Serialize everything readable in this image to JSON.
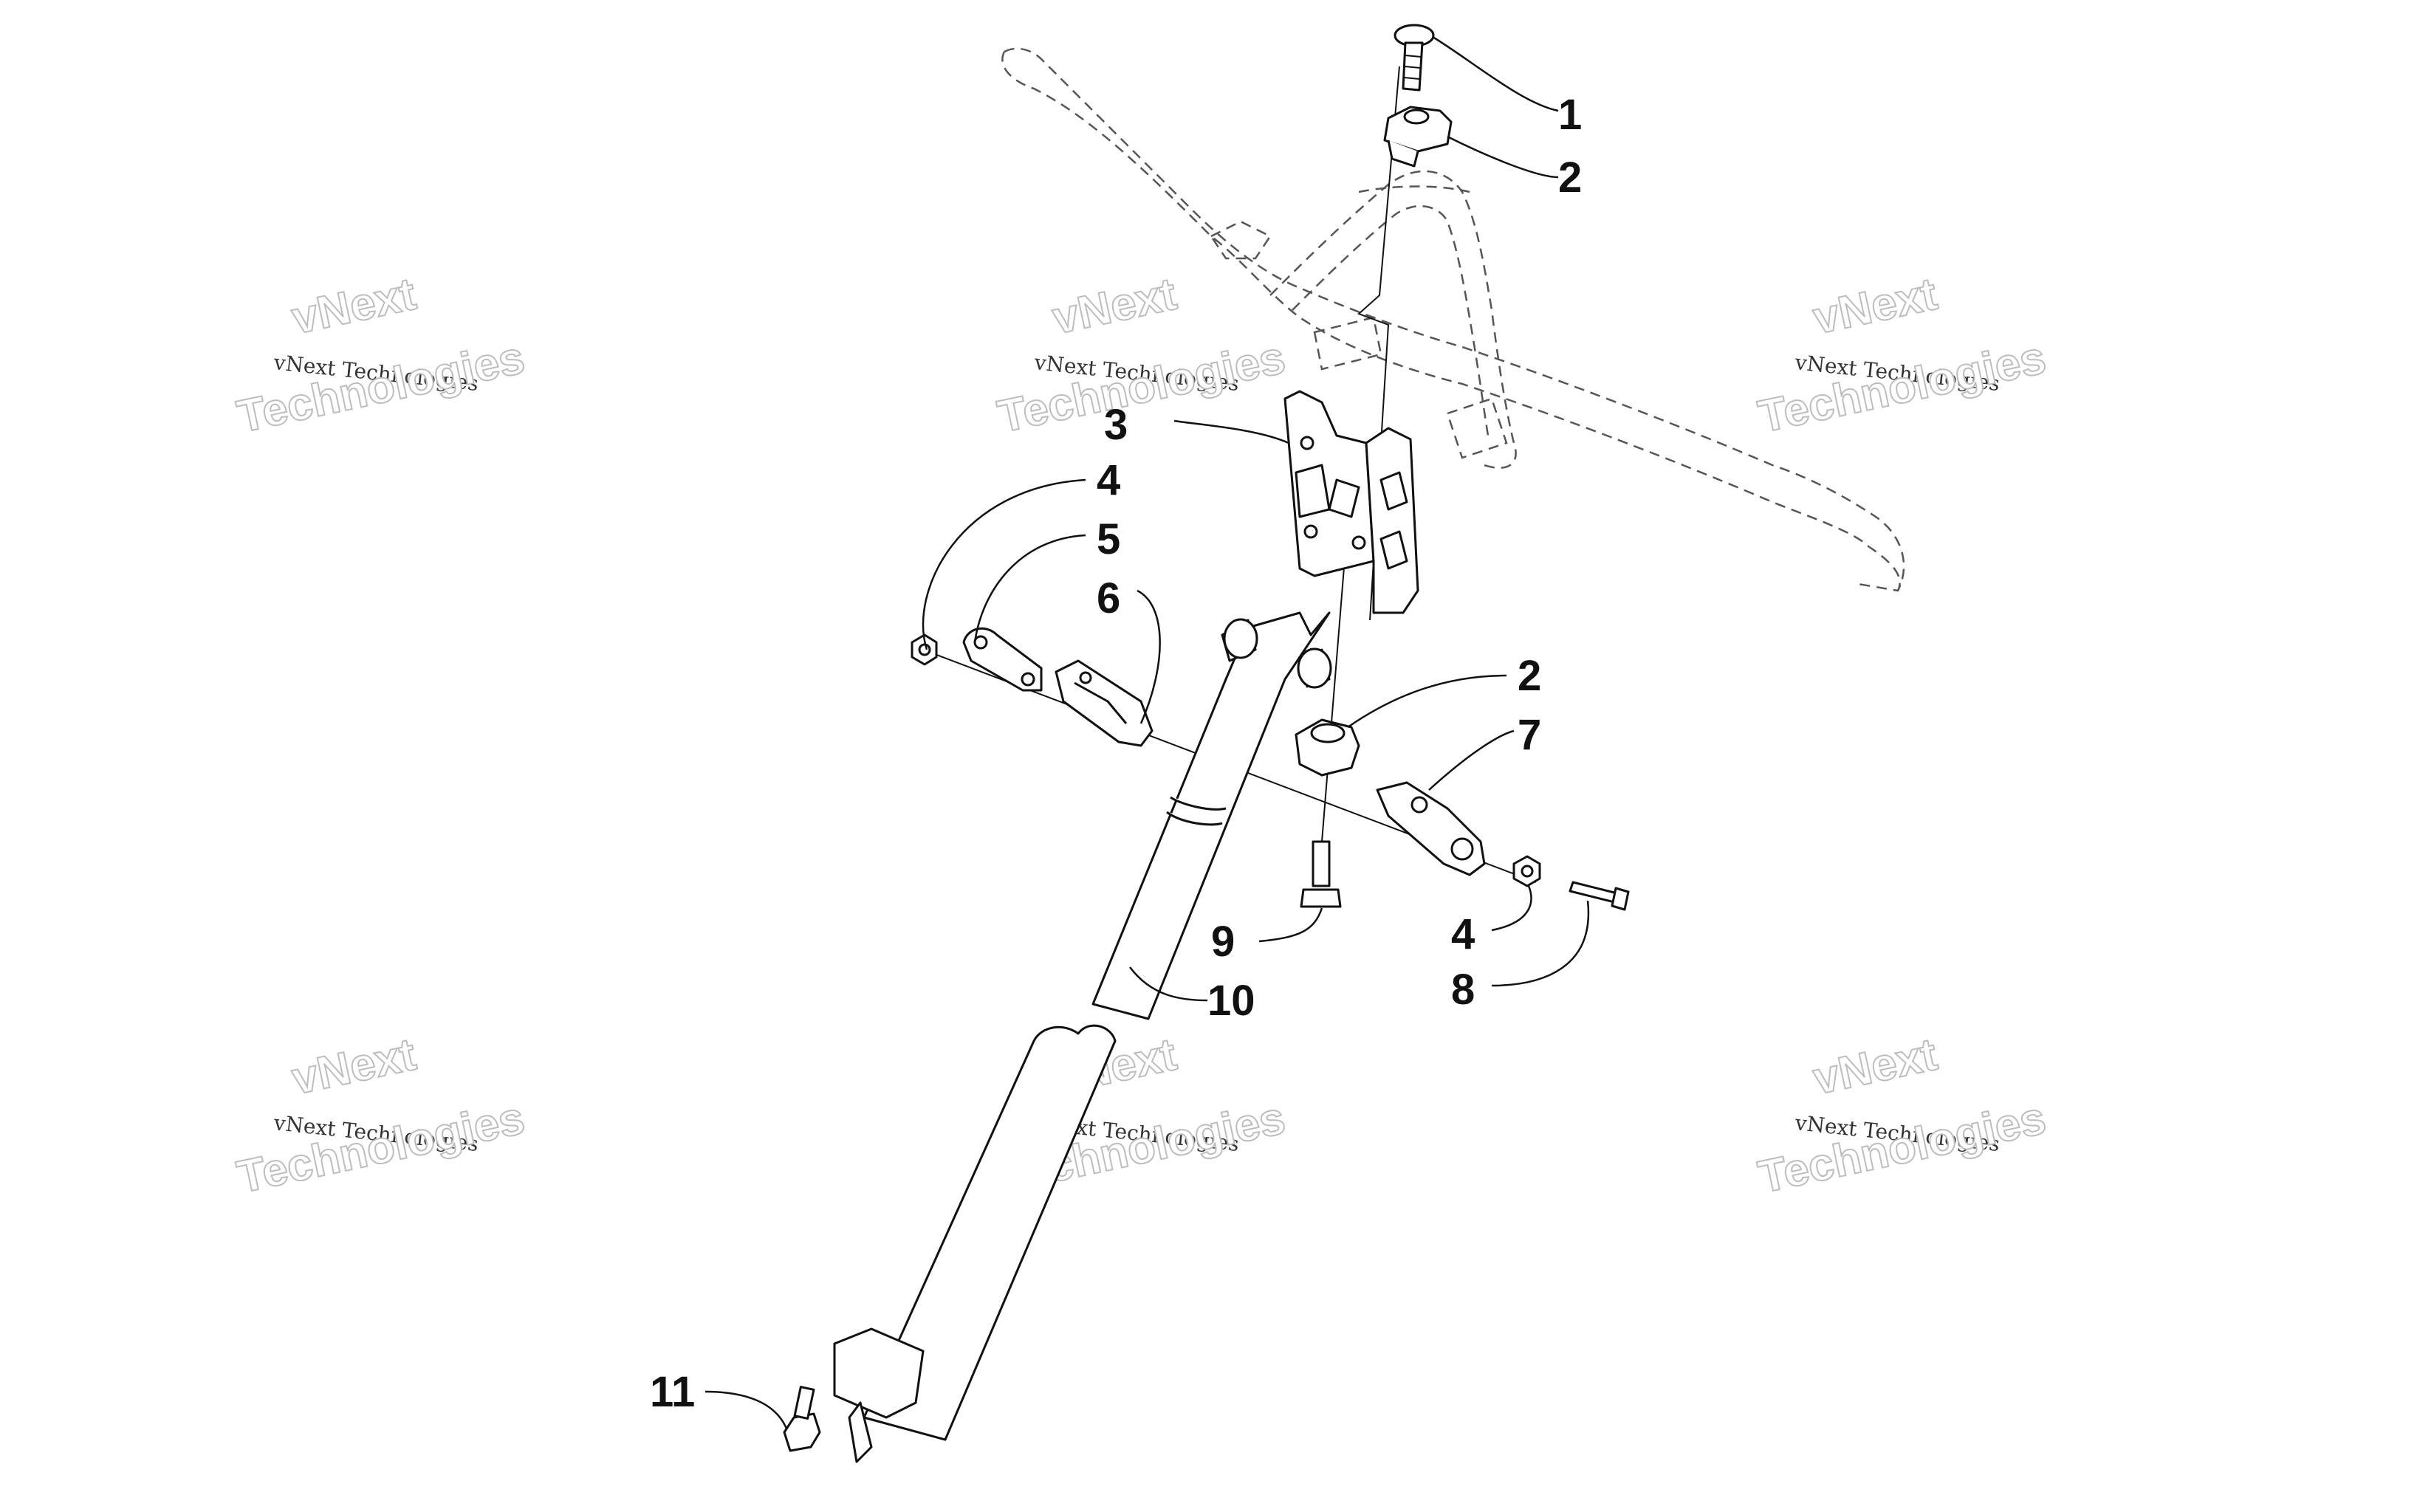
{
  "callouts": {
    "c1": "1",
    "c2a": "2",
    "c3": "3",
    "c4a": "4",
    "c5": "5",
    "c6": "6",
    "c2b": "2",
    "c7": "7",
    "c9": "9",
    "c4b": "4",
    "c10": "10",
    "c8": "8",
    "c11": "11"
  },
  "watermark": {
    "brand_line": "vNext Technologies",
    "big_line1": "vNext",
    "big_line2": "Technologies"
  },
  "colors": {
    "line": "#111111",
    "phantom": "#555555",
    "watermark_outline": "#bdbdbd"
  }
}
